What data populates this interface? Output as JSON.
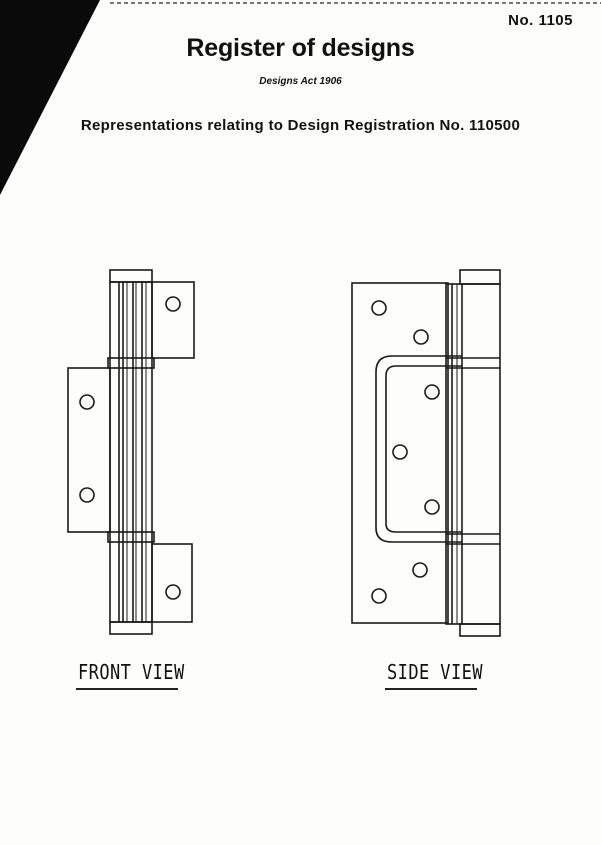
{
  "header": {
    "doc_number": "No. 1105",
    "title": "Register of designs",
    "act": "Designs Act 1906",
    "subtitle": "Representations relating to Design Registration No. 110500"
  },
  "views": {
    "front_label": "FRONT VIEW",
    "side_label": "SIDE VIEW"
  },
  "colors": {
    "ink": "#111111",
    "paper": "#fdfdfb"
  }
}
